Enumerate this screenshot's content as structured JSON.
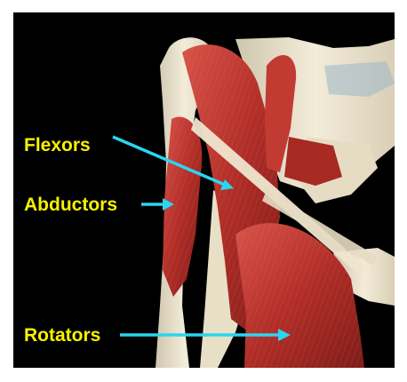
{
  "labels": {
    "flexors": "Flexors",
    "abductors": "Abductors",
    "rotators": "Rotators"
  },
  "colors": {
    "background": "#000000",
    "label_text": "#f6f200",
    "arrow": "#2ad6f0",
    "muscle": "#b8312b",
    "bone": "#ece3cc"
  }
}
